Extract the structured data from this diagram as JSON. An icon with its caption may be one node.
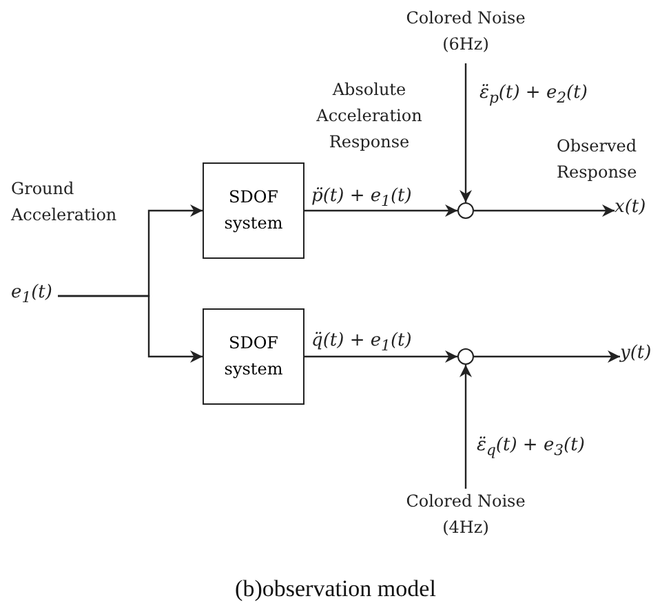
{
  "diagram": {
    "caption": "(b)observation model",
    "nodes": [
      {
        "text": [
          "e$_{1}$(t)"
        ],
        "beside": [
          "Ground Acceleration"
        ]
      },
      {
        "text": [
          "SDOF system"
        ]
      },
      {
        "text": [
          "SDOF system"
        ]
      },
      {
        "text": [],
        "shape": "circle"
      },
      {
        "text": [],
        "shape": "circle"
      },
      {
        "text": [
          "Colored Noise (6Hz)"
        ]
      },
      {
        "text": [
          "x(t)"
        ],
        "beside": [
          "Observed Response"
        ]
      },
      {
        "text": [
          "y(t)"
        ]
      },
      {
        "text": [
          "Colored Noise (4Hz)"
        ]
      }
    ],
    "edges": [
      {
        "from": 0,
        "to": 1,
        "arrow": "to"
      },
      {
        "from": 0,
        "to": 2,
        "arrow": "to"
      },
      {
        "from": 1,
        "to": 3,
        "arrow": "to",
        "label": "p̈(t) + e$_{1}$(t)"
      },
      {
        "from": 2,
        "to": 4,
        "arrow": "to",
        "label": "q̈(t) + e$_{1}$(t)"
      },
      {
        "from": 5,
        "to": 3,
        "arrow": "to",
        "label": "ε̈$_{p}$(t) + e$_{2}$(t)"
      },
      {
        "from": 8,
        "to": 4,
        "arrow": "to",
        "label": "ε̈$_{q}$(t) + e$_{3}$(t)"
      },
      {
        "from": 3,
        "to": 6,
        "arrow": "to"
      },
      {
        "from": 4,
        "to": 7,
        "arrow": "to"
      }
    ],
    "labels": [
      "Absolute Acceleration Response"
    ]
  }
}
